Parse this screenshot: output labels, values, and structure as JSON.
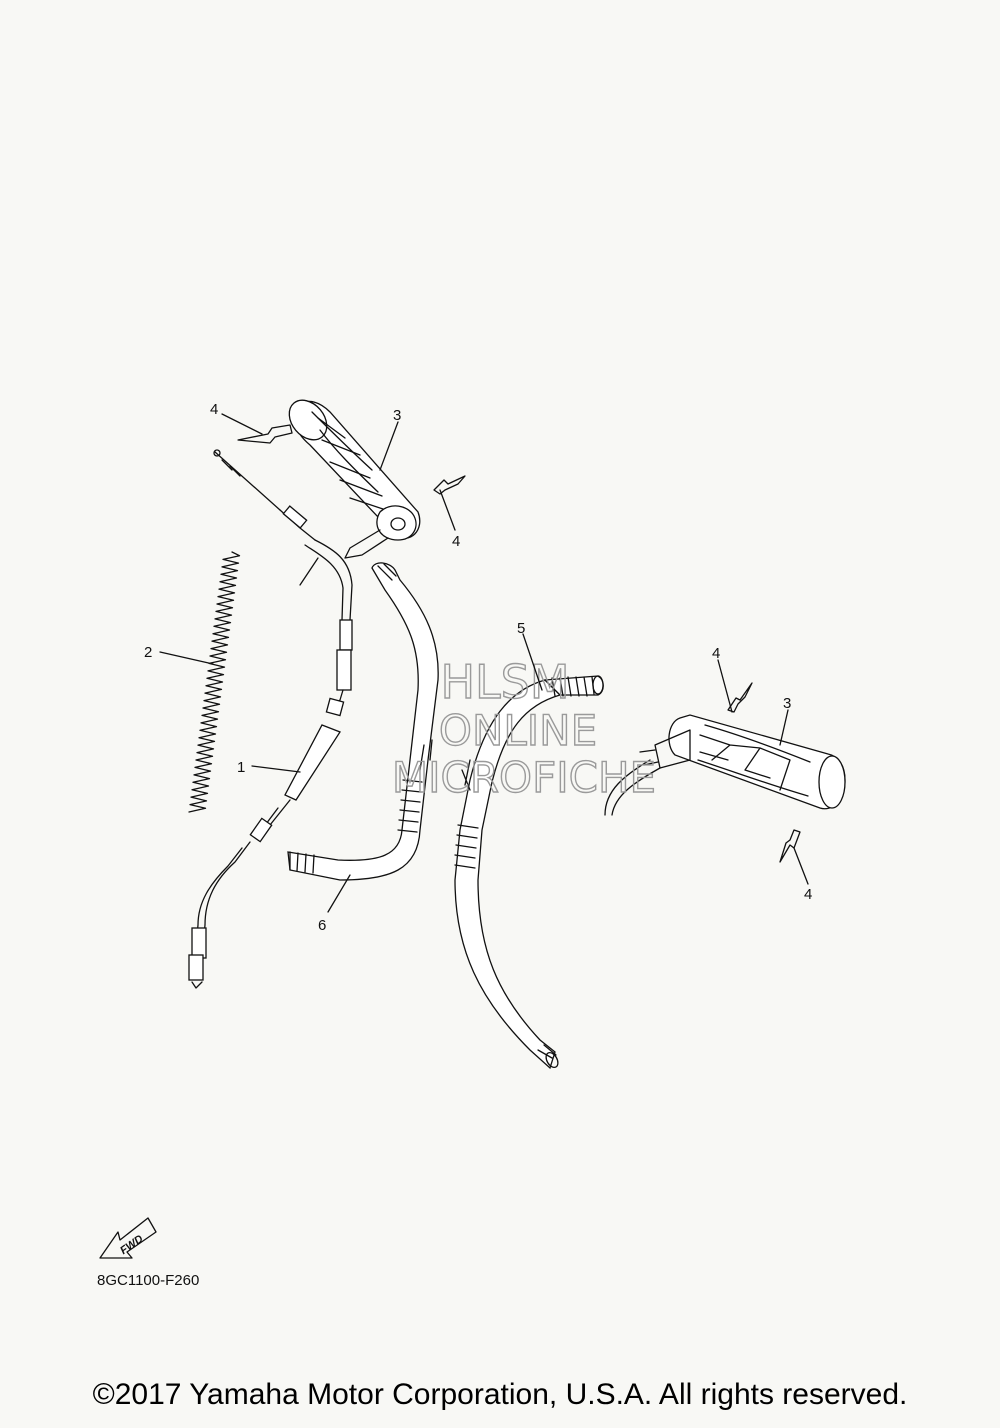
{
  "callouts": [
    {
      "id": "c1",
      "label": "1"
    },
    {
      "id": "c2",
      "label": "2"
    },
    {
      "id": "c3a",
      "label": "3"
    },
    {
      "id": "c3b",
      "label": "3"
    },
    {
      "id": "c4a",
      "label": "4"
    },
    {
      "id": "c4b",
      "label": "4"
    },
    {
      "id": "c4c",
      "label": "4"
    },
    {
      "id": "c4d",
      "label": "4"
    },
    {
      "id": "c5",
      "label": "5"
    },
    {
      "id": "c6",
      "label": "6"
    }
  ],
  "watermark": {
    "line1": "HLSM",
    "line2": "ONLINE",
    "line3": "MICROFICHE"
  },
  "fwd_label": "FWD",
  "diagram_code": "8GC1100-F260",
  "copyright": "©2017 Yamaha Motor Corporation, U.S.A. All rights reserved."
}
